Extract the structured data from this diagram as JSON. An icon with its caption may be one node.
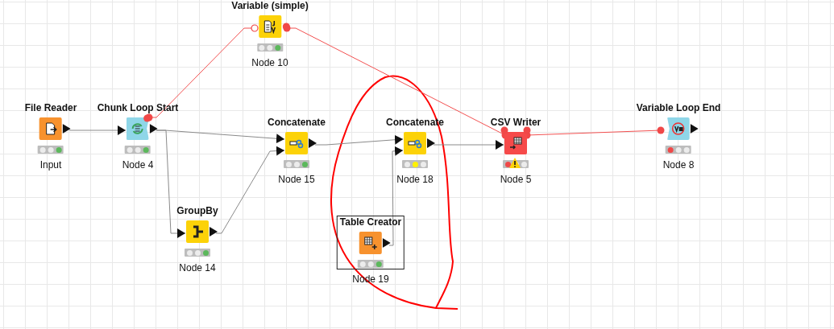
{
  "diagram": {
    "nodes": [
      {
        "text": [
          "Variable (simple)",
          "Node 10"
        ]
      },
      {
        "text": [
          "File Reader",
          "Input"
        ]
      },
      {
        "text": [
          "Chunk Loop Start",
          "Node 4"
        ]
      },
      {
        "text": [
          "Concatenate",
          "Node 15"
        ]
      },
      {
        "text": [
          "Concatenate",
          "Node 18"
        ]
      },
      {
        "text": [
          "CSV Writer",
          "Node 5"
        ]
      },
      {
        "text": [
          "Variable Loop End",
          "Node 8"
        ]
      },
      {
        "text": [
          "GroupBy",
          "Node 14"
        ]
      },
      {
        "text": [
          "Table Creator",
          "Node 19"
        ]
      }
    ],
    "edges": [
      {
        "from": 1,
        "to": 2,
        "arrow": "to"
      },
      {
        "from": 2,
        "to": 3,
        "arrow": "to"
      },
      {
        "from": 2,
        "to": 7,
        "arrow": "to"
      },
      {
        "from": 7,
        "to": 3,
        "arrow": "to"
      },
      {
        "from": 3,
        "to": 4,
        "arrow": "to"
      },
      {
        "from": 8,
        "to": 4,
        "arrow": "to"
      },
      {
        "from": 4,
        "to": 5,
        "arrow": "to"
      },
      {
        "from": 2,
        "to": 0,
        "arrow": "other",
        "color": "#f25050"
      },
      {
        "from": 0,
        "to": 5,
        "arrow": "other",
        "color": "#f25050"
      },
      {
        "from": 5,
        "to": 6,
        "arrow": "other",
        "color": "#f25050"
      }
    ]
  }
}
